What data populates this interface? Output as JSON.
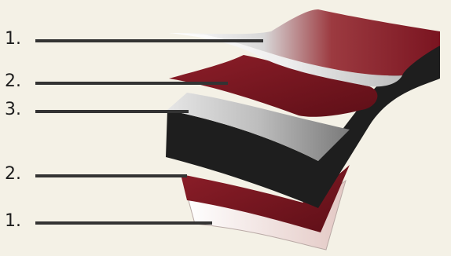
{
  "diagram": {
    "colors": {
      "background": "#f4f1e6",
      "laminate_top": "#8c1c26",
      "primer": "#7a1420",
      "core": "#1e1e1e",
      "leader_line": "#333333"
    },
    "layers": [
      {
        "id": "top-laminate",
        "label": "1."
      },
      {
        "id": "top-primer",
        "label": "2."
      },
      {
        "id": "core",
        "label": "3."
      },
      {
        "id": "bottom-primer",
        "label": "2."
      },
      {
        "id": "bottom-laminate",
        "label": "1."
      }
    ]
  }
}
